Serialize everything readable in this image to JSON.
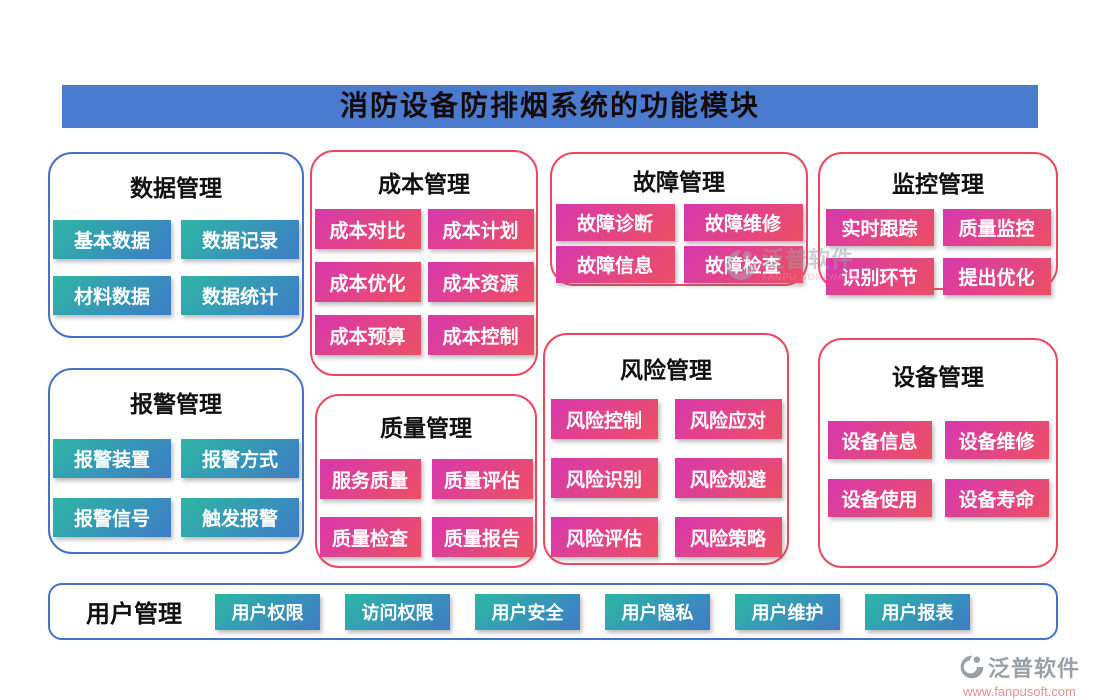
{
  "title": {
    "text": "消防设备防排烟系统的功能模块"
  },
  "cards": [
    {
      "id": "data",
      "title": "数据管理",
      "theme": "blue",
      "buttons": [
        "基本数据",
        "数据记录",
        "材料数据",
        "数据统计"
      ]
    },
    {
      "id": "cost",
      "title": "成本管理",
      "theme": "pink",
      "buttons": [
        "成本对比",
        "成本计划",
        "成本优化",
        "成本资源",
        "成本预算",
        "成本控制"
      ]
    },
    {
      "id": "fault",
      "title": "故障管理",
      "theme": "pink",
      "buttons": [
        "故障诊断",
        "故障维修",
        "故障信息",
        "故障检查"
      ]
    },
    {
      "id": "monitor",
      "title": "监控管理",
      "theme": "pink",
      "buttons": [
        "实时跟踪",
        "质量监控",
        "识别环节",
        "提出优化"
      ]
    },
    {
      "id": "alarm",
      "title": "报警管理",
      "theme": "blue",
      "buttons": [
        "报警装置",
        "报警方式",
        "报警信号",
        "触发报警"
      ]
    },
    {
      "id": "quality",
      "title": "质量管理",
      "theme": "pink",
      "buttons": [
        "服务质量",
        "质量评估",
        "质量检查",
        "质量报告"
      ]
    },
    {
      "id": "risk",
      "title": "风险管理",
      "theme": "pink",
      "buttons": [
        "风险控制",
        "风险应对",
        "风险识别",
        "风险规避",
        "风险评估",
        "风险策略"
      ]
    },
    {
      "id": "device",
      "title": "设备管理",
      "theme": "pink",
      "buttons": [
        "设备信息",
        "设备维修",
        "设备使用",
        "设备寿命"
      ]
    }
  ],
  "user_bar": {
    "title": "用户管理",
    "buttons": [
      "用户权限",
      "访问权限",
      "用户安全",
      "用户隐私",
      "用户维护",
      "用户报表"
    ]
  },
  "watermark": {
    "brand": "泛普软件",
    "sub": "FANPU SOFTWARE"
  },
  "footer": {
    "brand": "泛普软件",
    "url": "www.fanpusoft.com"
  },
  "colors": {
    "banner_bg": "#4a7bce",
    "blue_border": "#4472c4",
    "pink_border": "#ef4760",
    "teal_gradient_start": "#2eb5a5",
    "teal_gradient_end": "#3e7cc6",
    "pink_gradient_start": "#d838ae",
    "pink_gradient_end": "#ec5062",
    "button_text": "#ffffff",
    "footer_brand": "#9aa0a8",
    "footer_url": "#e8908e"
  }
}
